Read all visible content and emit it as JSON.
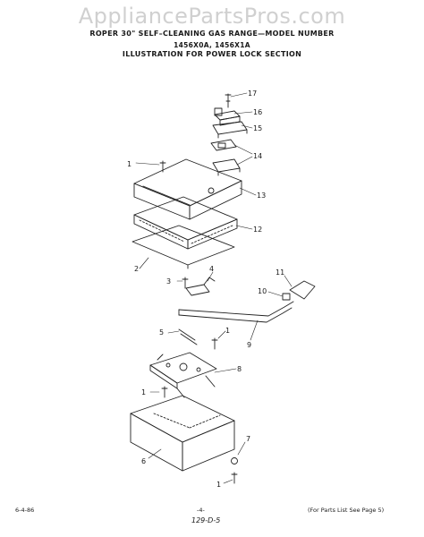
{
  "watermark": "AppliancePartsPros.com",
  "header": {
    "line1": "ROPER 30\" SELF–CLEANING GAS RANGE—MODEL NUMBER",
    "line2": "1456X0A, 1456X1A",
    "line3": "ILLUSTRATION FOR POWER LOCK SECTION"
  },
  "footer": {
    "left": "6-4-86",
    "center": "-4-",
    "right": "(For Parts List See Page 5)",
    "handwritten": "129-D-5"
  },
  "callouts": [
    "17",
    "16",
    "15",
    "14",
    "13",
    "12",
    "11",
    "10",
    "9",
    "8",
    "7",
    "6",
    "5",
    "4",
    "3",
    "2",
    "1"
  ]
}
